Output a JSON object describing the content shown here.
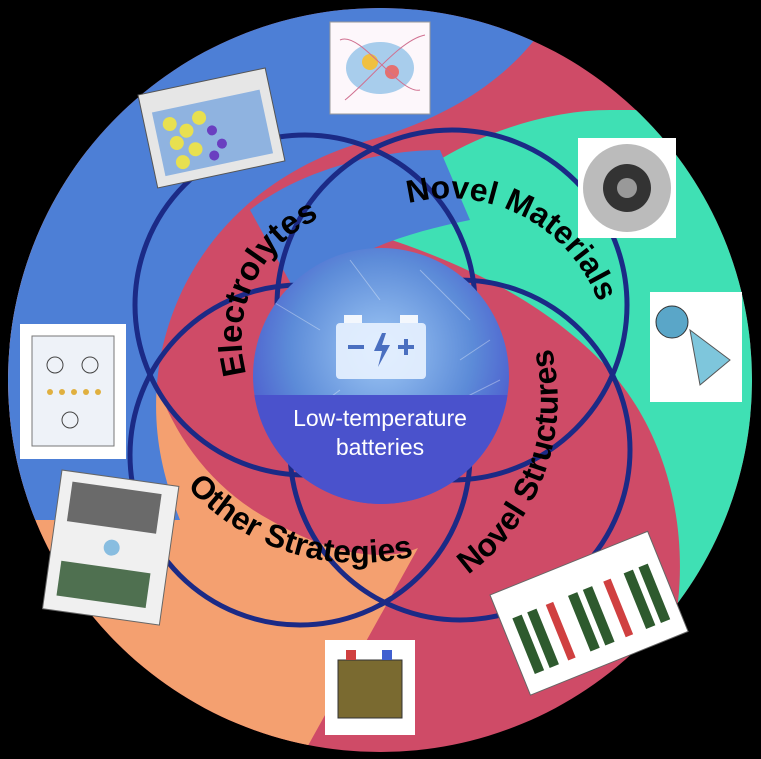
{
  "diagram": {
    "center": {
      "line1": "Low-temperature",
      "line2": "batteries",
      "icon": "battery-icon"
    },
    "segments": [
      {
        "id": "electrolytes",
        "label": "Electrolytes",
        "color": "#4d7fd6"
      },
      {
        "id": "novel-materials",
        "label": "Novel Materials",
        "color": "#3fe0b4"
      },
      {
        "id": "novel-structures",
        "label": "Novel Structures",
        "color": "#cf4b67"
      },
      {
        "id": "other-strategies",
        "label": "Other Strategies",
        "color": "#f4a070"
      }
    ],
    "colors": {
      "background": "#000000",
      "ring": "#1b2a86",
      "center": "#4a52cc",
      "label": "#000000",
      "center_text": "#ffffff"
    }
  }
}
